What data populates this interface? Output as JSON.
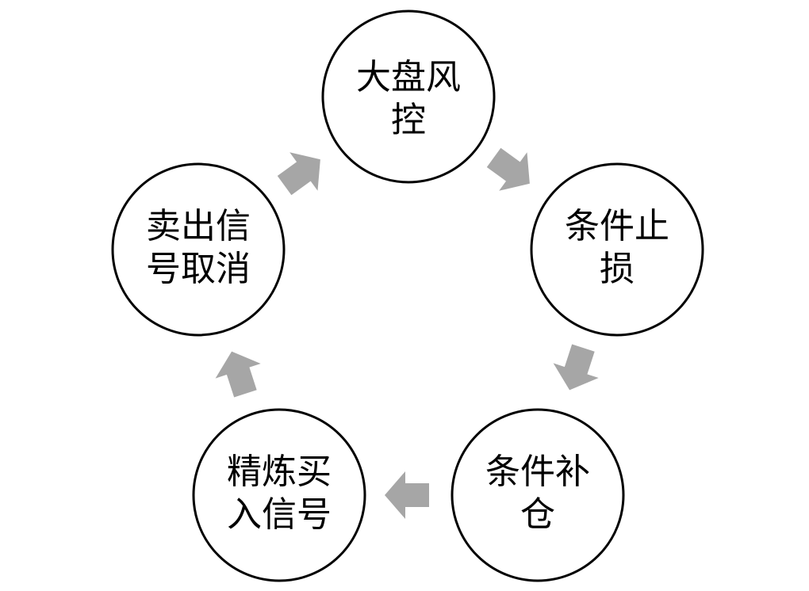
{
  "diagram": {
    "type": "cycle",
    "arrow_color": "#a6a6a6",
    "nodes": [
      {
        "id": "market-risk",
        "lines": [
          "大盘风",
          "控"
        ]
      },
      {
        "id": "conditional-stop-loss",
        "lines": [
          "条件止",
          "损"
        ]
      },
      {
        "id": "conditional-add-position",
        "lines": [
          "条件补",
          "仓"
        ]
      },
      {
        "id": "refine-buy-signal",
        "lines": [
          "精炼买",
          "入信号"
        ]
      },
      {
        "id": "cancel-sell-signal",
        "lines": [
          "卖出信",
          "号取消"
        ]
      }
    ],
    "edges": [
      {
        "from": "market-risk",
        "to": "conditional-stop-loss"
      },
      {
        "from": "conditional-stop-loss",
        "to": "conditional-add-position"
      },
      {
        "from": "conditional-add-position",
        "to": "refine-buy-signal"
      },
      {
        "from": "refine-buy-signal",
        "to": "cancel-sell-signal"
      },
      {
        "from": "cancel-sell-signal",
        "to": "market-risk"
      }
    ]
  }
}
